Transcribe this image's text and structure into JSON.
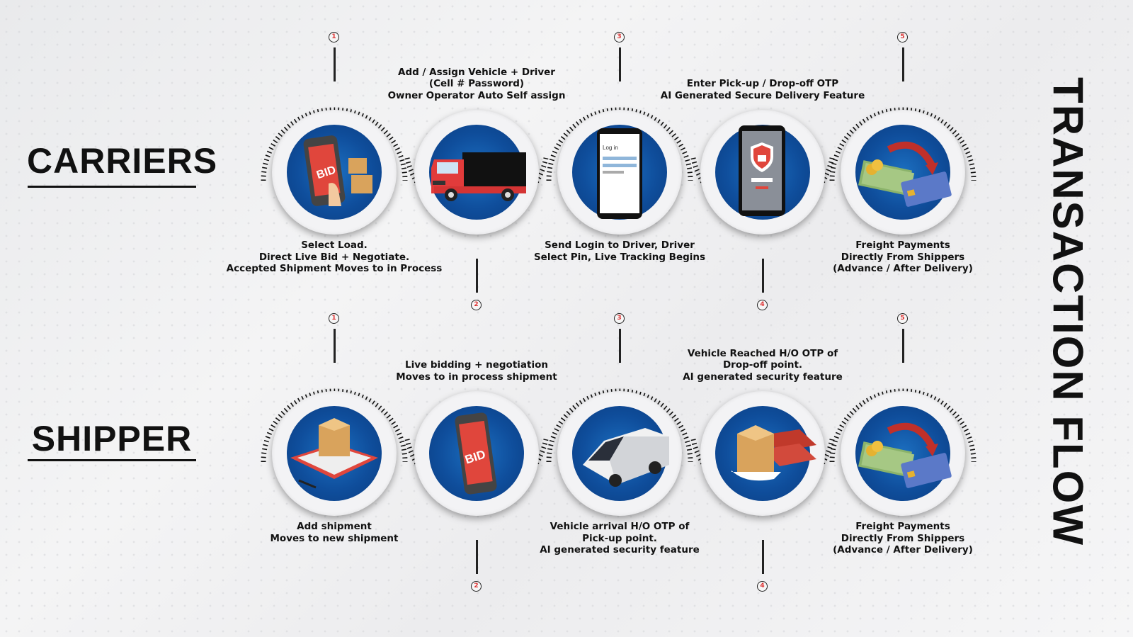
{
  "title": "TRANSACTION FLOW",
  "colors": {
    "accent_blue": "#0f4e9c",
    "accent_red": "#e0463c",
    "text": "#111111"
  },
  "rows": [
    {
      "id": "carriers",
      "label": "CARRIERS",
      "steps": [
        {
          "number": "1",
          "icon": "bid-phone-boxes-icon",
          "text": "Select Load.\nDirect  Live Bid + Negotiate.\nAccepted Shipment Moves to in Process"
        },
        {
          "number": "2",
          "icon": "truck-icon",
          "text": "Add / Assign Vehicle + Driver\n(Cell # Password)\nOwner Operator Auto Self assign"
        },
        {
          "number": "3",
          "icon": "phone-login-icon",
          "phone_text": "Log in",
          "text": "Send Login to Driver, Driver\nSelect Pin, Live Tracking Begins"
        },
        {
          "number": "4",
          "icon": "phone-lock-icon",
          "text": "Enter Pick-up / Drop-off OTP\nAI Generated Secure Delivery Feature"
        },
        {
          "number": "5",
          "icon": "payment-cash-card-icon",
          "text": "Freight Payments\nDirectly From Shippers\n(Advance / After Delivery)"
        }
      ]
    },
    {
      "id": "shipper",
      "label": "SHIPPER",
      "steps": [
        {
          "number": "1",
          "icon": "package-tablet-icon",
          "text": "Add shipment\nMoves to new shipment"
        },
        {
          "number": "2",
          "icon": "bid-phone-icon",
          "text": "Live bidding + negotiation\nMoves to in process shipment"
        },
        {
          "number": "3",
          "icon": "van-icon",
          "text": "Vehicle arrival H/O OTP of\nPick-up point.\nAI generated security feature"
        },
        {
          "number": "4",
          "icon": "package-hand-icon",
          "text": "Vehicle Reached H/O OTP of\nDrop-off point.\nAI generated security feature"
        },
        {
          "number": "5",
          "icon": "payment-cash-card-icon",
          "text": "Freight Payments\nDirectly From Shippers\n(Advance / After Delivery)"
        }
      ]
    }
  ]
}
